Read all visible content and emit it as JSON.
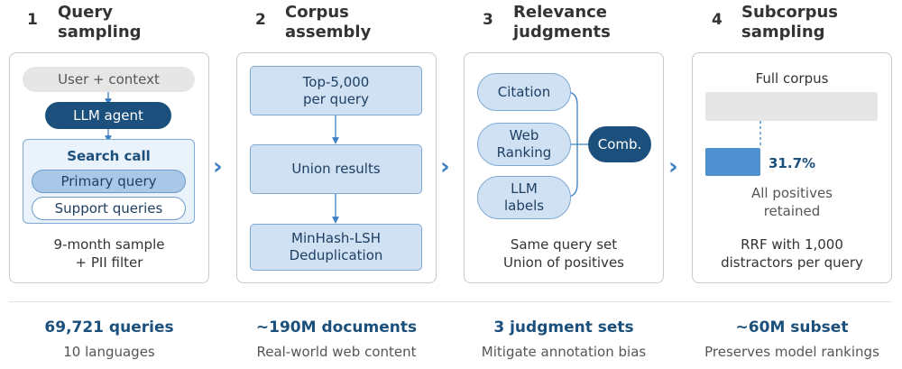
{
  "steps": [
    {
      "num": "1",
      "title": "Query\nsampling"
    },
    {
      "num": "2",
      "title": "Corpus\nassembly"
    },
    {
      "num": "3",
      "title": "Relevance\njudgments"
    },
    {
      "num": "4",
      "title": "Subcorpus\nsampling"
    }
  ],
  "panel1": {
    "user_context": "User + context",
    "llm_agent": "LLM agent",
    "search_call": "Search call",
    "primary_query": "Primary query",
    "support_queries": "Support queries",
    "caption": "9-month sample\n+   PII filter"
  },
  "panel2": {
    "top5000": "Top-5,000\nper query",
    "union": "Union results",
    "dedup": "MinHash-LSH\nDeduplication"
  },
  "panel3": {
    "citation": "Citation",
    "web_ranking": "Web\nRanking",
    "llm_labels": "LLM\nlabels",
    "comb": "Comb.",
    "caption": "Same query set\nUnion of positives"
  },
  "panel4": {
    "full_corpus": "Full corpus",
    "subset_fraction": 0.317,
    "percent_label": "31.7%",
    "positives": "All positives\nretained",
    "caption": "RRF with 1,000\ndistractors per query"
  },
  "stats": [
    {
      "value": "69,721 queries",
      "desc": "10 languages"
    },
    {
      "value": "~190M documents",
      "desc": "Real-world web content"
    },
    {
      "value": "3 judgment sets",
      "desc": "Mitigate annotation bias"
    },
    {
      "value": "~60M subset",
      "desc": "Preserves model rankings"
    }
  ],
  "colors": {
    "dark_blue": "#1b4f7c",
    "light_blue": "#cfe1f3",
    "accent": "#3f7fc4"
  }
}
